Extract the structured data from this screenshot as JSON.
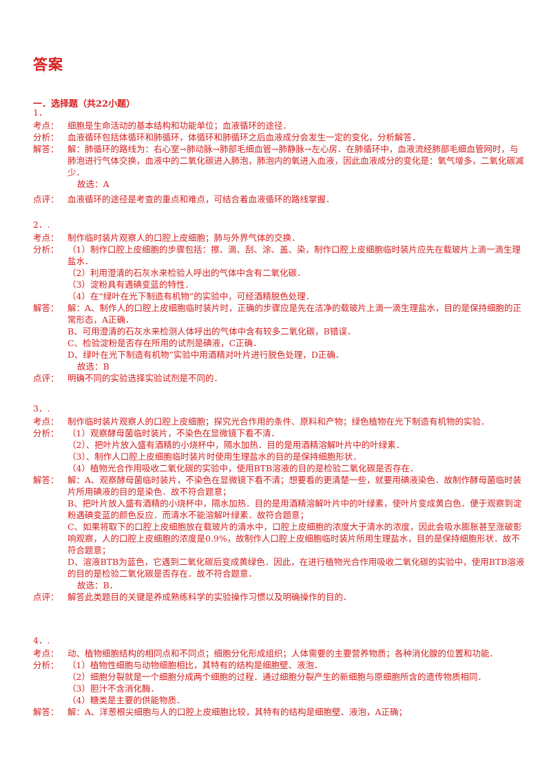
{
  "title": "答案",
  "title_dot": "·",
  "section": "一．选择题（共22小题）",
  "labels": {
    "kaodian": "考点：",
    "fenxi": "分析：",
    "jieda": "解答：",
    "dianping": "点评："
  },
  "questions": [
    {
      "num": "1．",
      "kaodian": [
        "细胞是生命活动的基本结构和功能单位；血液循环的途径．"
      ],
      "fenxi": [
        "血液循环包括体循环和肺循环，体循环和肺循环之后血液成分会发生一定的变化，分析解答．"
      ],
      "jieda": [
        "解：肺循环的路线为：右心室→肺动脉→肺部毛细血管→肺静脉→左心房．在肺循环中，血液流经肺部毛细血管网时，与肺泡进行气体交换，血液中的二氧化碳进入肺泡，肺泡内的氧进入血液，因此血液成分的变化是：氧气增多，二氧化碳减少．"
      ],
      "jieda_answer": "故选：A",
      "dianping": "血液循环的途径是考查的重点和难点，可结合着血液循环的路线掌握．"
    },
    {
      "num": "2．.",
      "kaodian": [
        "制作临时装片观察人的口腔上皮细胞；肺与外界气体的交换．"
      ],
      "fenxi": [
        "（1）制作口腔上皮细胞的步骤包括：擦、滴、刮、涂、盖、染，制作口腔上皮细胞临时装片应先在载玻片上滴一滴生理盐水．",
        "（2）利用澄清的石灰水来检验人呼出的气体中含有二氧化碳．",
        "（3）淀粉具有遇碘变蓝的特性．",
        "（4）在“绿叶在光下制造有机物”的实验中，可经酒精脱色处理．"
      ],
      "jieda": [
        "解：A、制作人的口腔上皮细胞临时装片时，正确的步骤应是先在洁净的载玻片上滴一滴生理盐水，目的是保持细胞的正常形态，A正确．",
        "B、可用澄清的石灰水来检测人体呼出的气体中含有较多二氧化碳，B错误．",
        "C、检验淀粉是否存在所用的试剂是碘液，C正确．",
        "D、绿叶在光下制造有机物”实验中用酒精对叶片进行脱色处理，D正确．"
      ],
      "jieda_answer": "故选：B",
      "dianping": "明确不同的实验选择实验试剂是不同的．"
    },
    {
      "num": "3．.",
      "kaodian": [
        "制作临时装片观察人的口腔上皮细胞；探究光合作用的条件、原料和产物；绿色植物在光下制造有机物的实验．"
      ],
      "fenxi": [
        "（1）观察酵母菌临时装片，不染色在显微镜下看不清．",
        "（2）、把叶片放入盛有酒精的小烧杯中，隔水加热．目的是用酒精溶解叶片中的叶绿素．",
        "（3）、制作人口腔上皮细胞临时装片时使用生理盐水的目的是保持细胞形状．",
        "（4）植物光合作用吸收二氧化碳的实验中，使用BTB溶液的目的是检验二氧化碳是否存在．"
      ],
      "jieda": [
        "解：A、观察酵母菌临时装片，不染色在显微镜下看不清；想要看的更清楚一些，就要用碘液染色．故制作酵母菌临时装片所用碘液的目的是染色．故不符合题意；",
        "B、把叶片放入盛有酒精的小烧杯中，隔水加热．目的是用酒精溶解叶片中的叶绿素，使叶片变成黄白色．便于观察到淀粉遇碘变蓝的颜色反应．而清水不能溶解叶绿素．故符合题意；",
        "C、如果将取下的口腔上皮细胞放在载玻片的清水中，口腔上皮细胞的浓度大于清水的浓度，因此会吸水膨胀甚至涨破影响观察，人的口腔上皮细胞的浓度是0.9%，故制作人口腔上皮细胞临时装片所用生理盐水，目的是保持细胞形状．故不符合题意；",
        "D、溶液BTB为蓝色，它遇到二氧化碳后变成黄绿色．因此，在进行植物光合作用吸收二氧化碳的实验中，使用BTB溶液的目的是检验二氧化碳是否存在．故不符合题意．"
      ],
      "jieda_answer": "故选：B．",
      "dianping": "解答此类题目的关键是养成熟练科学的实验操作习惯以及明确操作的目的．"
    },
    {
      "num": "4．.",
      "kaodian": [
        "动、植物细胞结构的相同点和不同点；细胞分化形成组织；人体需要的主要营养物质；各种消化腺的位置和功能．"
      ],
      "fenxi": [
        "（1）植物性细胞与动物细胞相比，其特有的结构是细胞壁、液泡．",
        "（2）细胞分裂就是一个细胞分成两个细胞的过程．通过细胞分裂产生的新细胞与原细胞所含的遗传物质相同．",
        "（3）胆汁不含消化酶．",
        "（4）糖类是主要的供能物质．"
      ],
      "jieda": [
        "解：A、洋葱根尖细胞与人的口腔上皮细胞比较，其特有的结构是细胞壁、液泡，A正确；"
      ],
      "jieda_answer": "",
      "dianping": ""
    }
  ]
}
